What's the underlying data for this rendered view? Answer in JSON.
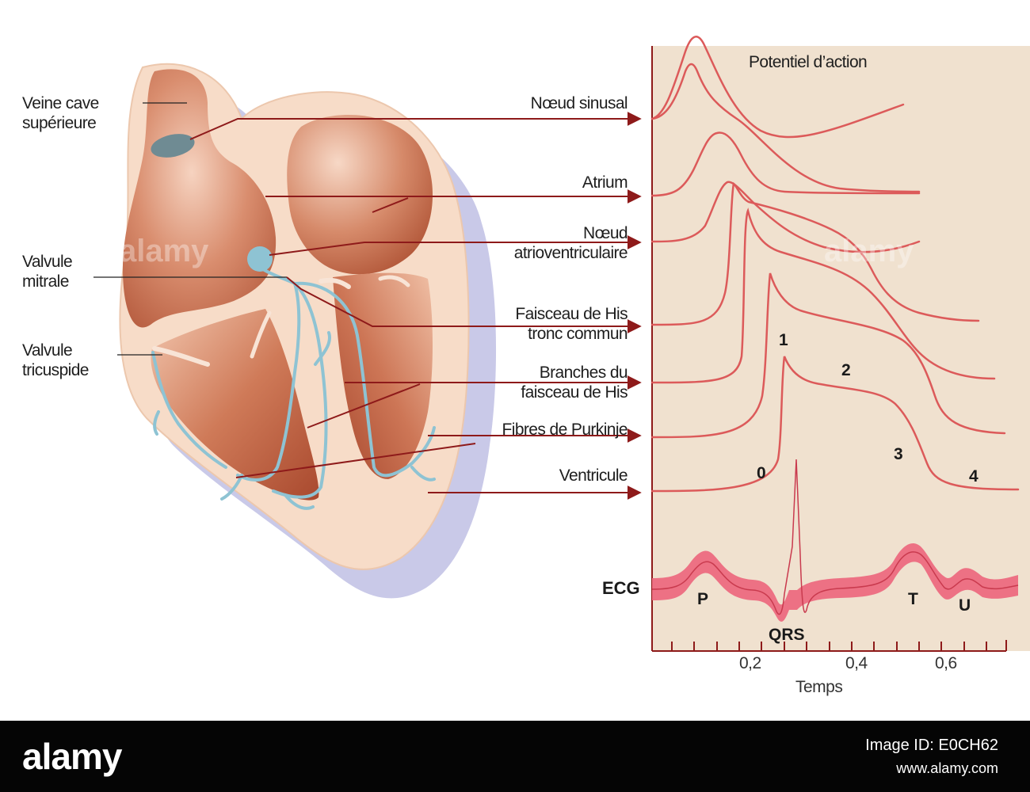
{
  "heart_labels_left": {
    "veine_cave": "Veine cave\nsupérieure",
    "valvule_mitrale": "Valvule\nmitrale",
    "valvule_tricuspide": "Valvule\ntricuspide"
  },
  "heart_labels_right": {
    "noeud_sinusal": "Nœud sinusal",
    "atrium": "Atrium",
    "noeud_av": "Nœud\natrioventriculaire",
    "faisceau_his": "Faisceau de His\ntronc commun",
    "branches": "Branches du\nfaisceau de His",
    "purkinje": "Fibres de Purkinje",
    "ventricule": "Ventricule"
  },
  "graph": {
    "title": "Potentiel d’action",
    "phases": [
      "0",
      "1",
      "2",
      "3",
      "4"
    ],
    "ecg_label": "ECG",
    "ecg_waves": {
      "p": "P",
      "qrs": "QRS",
      "t": "T",
      "u": "U"
    },
    "x_ticks": [
      "0,2",
      "0,4",
      "0,6"
    ],
    "x_label": "Temps"
  },
  "watermark": "alamy",
  "footer": {
    "brand": "alamy",
    "image_id": "Image ID: E0CH62",
    "site": "www.alamy.com"
  },
  "colors": {
    "curve": "#dc5a5a",
    "arrow": "#8e1a1a",
    "panel": "#f0e2d1",
    "heart_outer": "#f6dcc8",
    "chamber": "#cf7a5a",
    "conduction": "#8fc3d3",
    "shadow": "#c7c7e6",
    "ecg_band": "#ec6a80"
  }
}
